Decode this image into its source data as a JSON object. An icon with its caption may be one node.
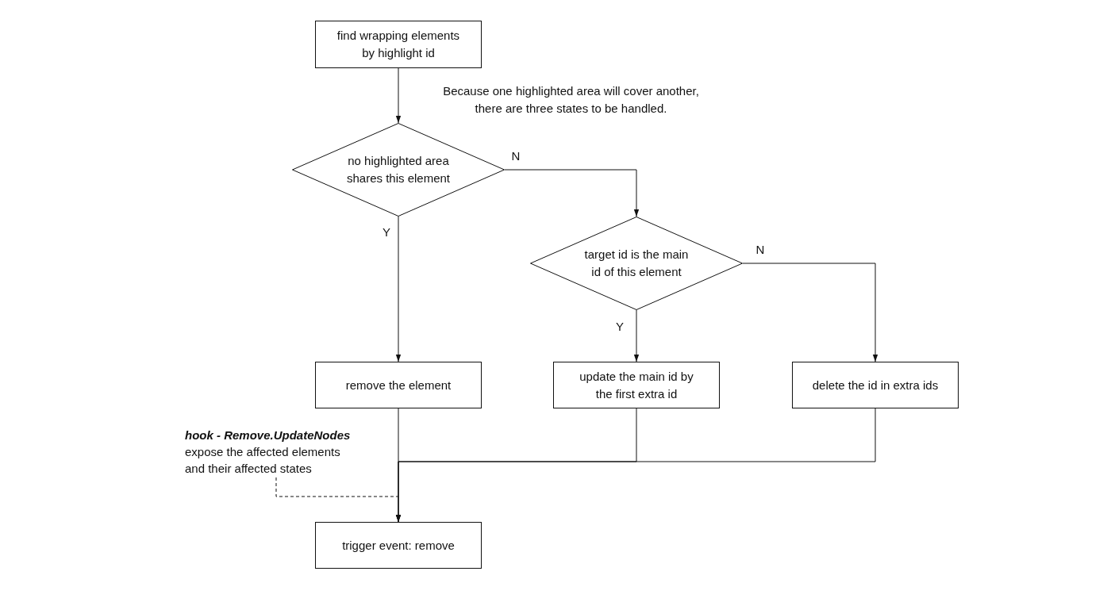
{
  "diagram": {
    "nodes": [
      {
        "text": [
          "find wrapping elements by highlight id"
        ]
      },
      {
        "text": [
          "no highlighted area shares this element"
        ]
      },
      {
        "text": [
          "target id is the main id of this element"
        ]
      },
      {
        "text": [
          "remove the element"
        ]
      },
      {
        "text": [
          "update the main id by the first extra id"
        ]
      },
      {
        "text": [
          "delete the id in extra ids"
        ]
      },
      {
        "text": [
          "hook - Remove.UpdateNodes",
          "expose the affected elements and their affected states"
        ]
      },
      {
        "text": [
          "trigger event: remove"
        ]
      }
    ],
    "edges": [
      {
        "from": 0,
        "to": 1,
        "arrow": "to"
      },
      {
        "from": 1,
        "to": 2,
        "arrow": "to",
        "label": "N"
      },
      {
        "from": 1,
        "to": 3,
        "arrow": "to",
        "label": "Y"
      },
      {
        "from": 2,
        "to": 4,
        "arrow": "to",
        "label": "Y"
      },
      {
        "from": 2,
        "to": 5,
        "arrow": "to",
        "label": "N"
      },
      {
        "from": 3,
        "to": 7,
        "arrow": "to"
      },
      {
        "from": 4,
        "to": 7,
        "arrow": "to"
      },
      {
        "from": 5,
        "to": 7,
        "arrow": "to"
      },
      {
        "from": 6,
        "to": null,
        "arrow": "none",
        "style": "dashed"
      }
    ],
    "labels": [
      "Because one highlighted area will cover another, there are three states to be handled."
    ]
  }
}
